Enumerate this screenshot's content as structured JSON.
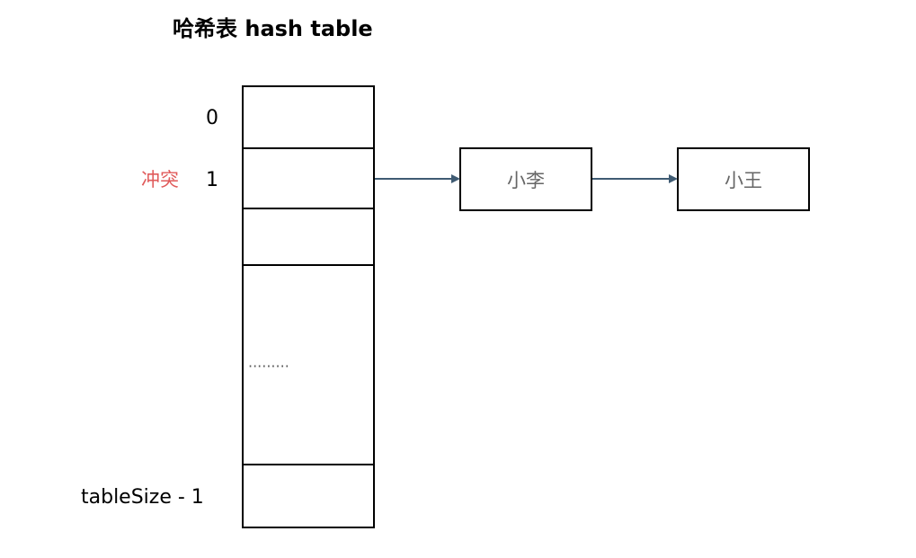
{
  "diagram": {
    "title": "哈希表 hash table",
    "indices": {
      "first": "0",
      "second": "1",
      "last": "tableSize - 1"
    },
    "ellipsis": "·········",
    "conflict_label": "冲突",
    "chain": [
      "小李",
      "小王"
    ],
    "colors": {
      "arrow": "#3f5b73",
      "conflict": "#e05a5a",
      "border": "#000000",
      "node_text": "#666666"
    }
  }
}
